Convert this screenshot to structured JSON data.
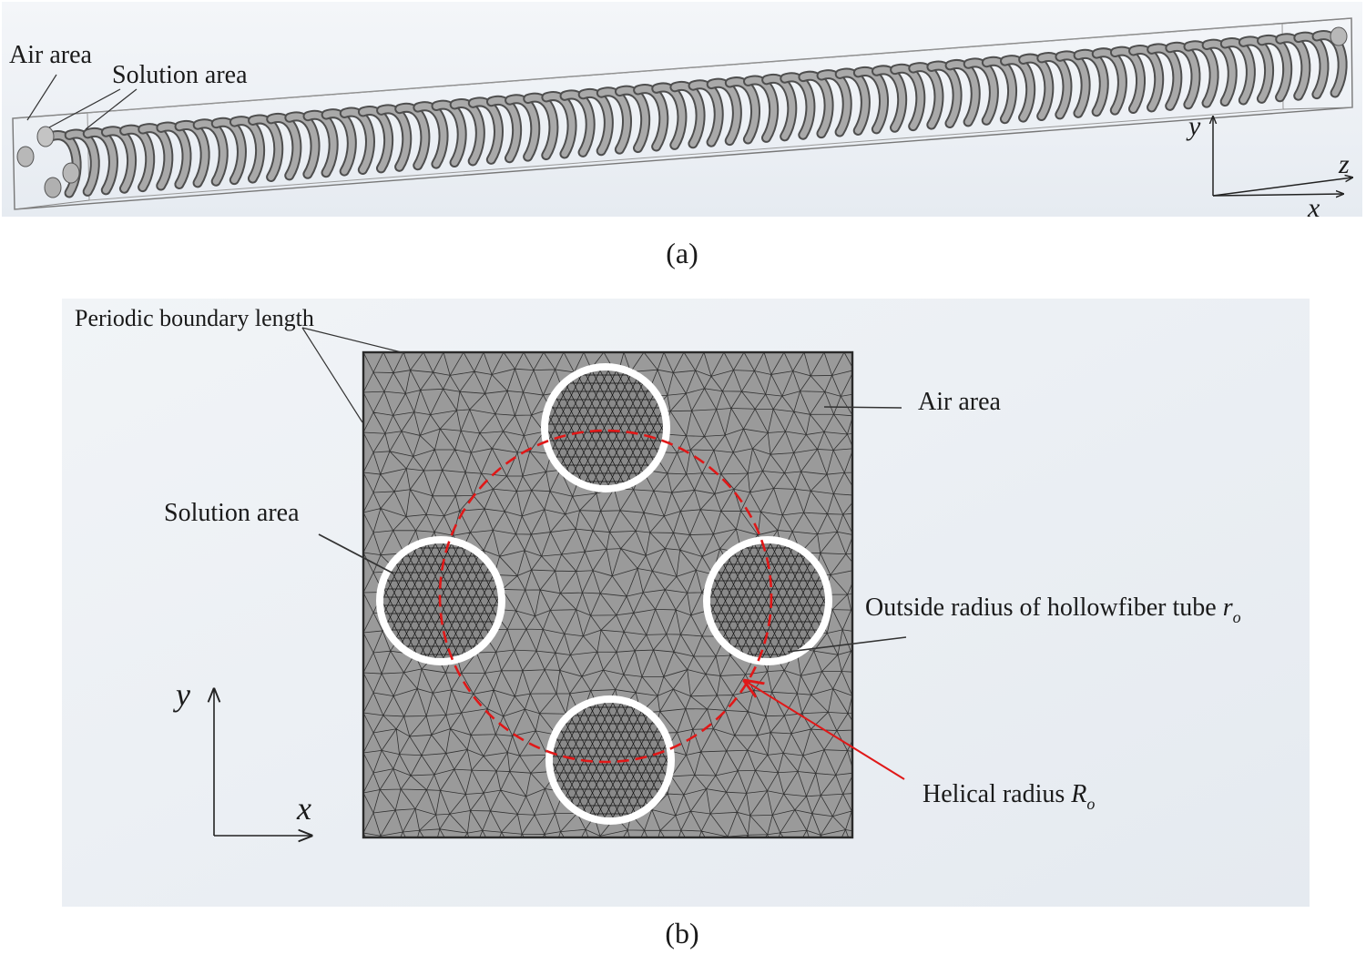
{
  "panel_a": {
    "caption": "(a)",
    "labels": {
      "air_area": "Air area",
      "solution_area": "Solution area"
    },
    "axes": {
      "y": "y",
      "z": "z",
      "x": "x"
    },
    "helix_turns": 70
  },
  "panel_b": {
    "caption": "(b)",
    "labels": {
      "periodic_boundary": "Periodic boundary length",
      "air_area": "Air area",
      "solution_area": "Solution area",
      "outside_radius": "Outside radius of hollowfiber tube ",
      "outside_radius_symbol": "r",
      "outside_radius_sub": "o",
      "helical_radius": "Helical radius ",
      "helical_radius_symbol": "R",
      "helical_radius_sub": "o"
    },
    "axes": {
      "y": "y",
      "x": "x"
    },
    "tube_count": 4
  },
  "colors": {
    "mesh_fill": "#9a9a9a",
    "mesh_line": "#1c1c1c",
    "helical_circle": "#e01818",
    "tube_ring": "#ffffff",
    "panel_a_bg": "#eef2f6",
    "panel_b_bg": "#eaeef3",
    "helix": "#8e8e8e"
  }
}
